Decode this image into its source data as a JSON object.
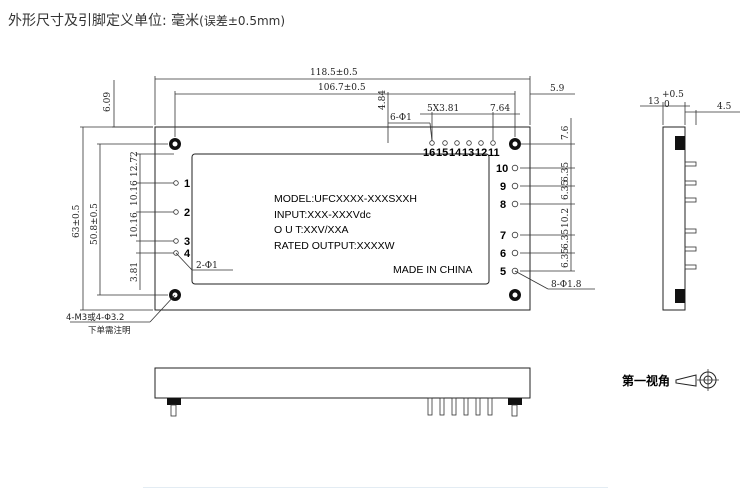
{
  "title": "外形尺寸及引脚定义单位:",
  "unit": "毫米",
  "tolerance": "(误差±0.5mm)",
  "dims": {
    "length": "118.5±0.5",
    "pitch_h": "106.7±0.5",
    "side_right": "5.9",
    "top_offset": "6.09",
    "top_pin_offset": "4.84",
    "pin_spacing_top": "5X3.81",
    "top_pin_margin": "7.64",
    "top_pin_hole": "6-Φ1",
    "width": "63±0.5",
    "pitch_v": "50.8±0.5",
    "left_12": "12.72",
    "left_10a": "10.16",
    "left_10b": "10.16",
    "left_3": "3.81",
    "left_pin_hole": "2-Φ1",
    "mount_holes": "4-M3或4-Φ3.2",
    "mount_note": "下单需注明",
    "right_top": "7.6",
    "right_a": "6.35",
    "right_b": "6.35",
    "right_c": "10.2",
    "right_d": "6.35",
    "right_e": "6.35",
    "right_pin_hole": "8-Φ1.8",
    "side_height": "13",
    "side_tol": "+0.5",
    "side_tol2": "0",
    "side_pin": "4.5"
  },
  "label": {
    "model": "MODEL:UFCXXXX-XXXSXXH",
    "input": "INPUT:XXX-XXXVdc",
    "output": "O U T:XXV/XXA",
    "rated": "RATED OUTPUT:XXXXW",
    "made_in": "MADE IN CHINA"
  },
  "pins": {
    "top": [
      "16",
      "15",
      "14",
      "13",
      "12",
      "11"
    ],
    "left": [
      "1",
      "2",
      "3",
      "4"
    ],
    "right": [
      "10",
      "9",
      "8",
      "7",
      "6",
      "5"
    ]
  },
  "projection": "第一视角"
}
